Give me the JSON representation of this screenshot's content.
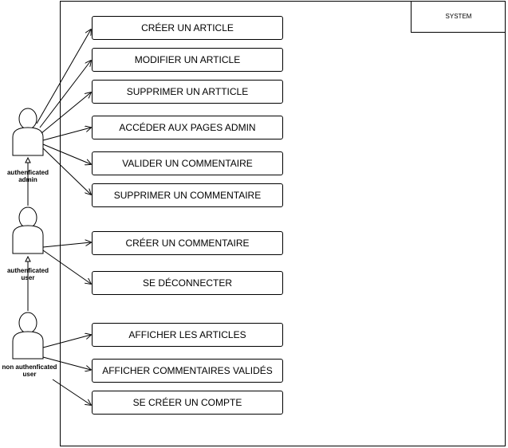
{
  "system": {
    "label": "SYSTEM"
  },
  "actors": [
    {
      "id": "admin",
      "line1": "authenficated",
      "line2": "admin"
    },
    {
      "id": "user",
      "line1": "authenficated",
      "line2": "user"
    },
    {
      "id": "guest",
      "line1": "non authenficated",
      "line2": "user"
    }
  ],
  "use_cases": [
    "CRÉER UN ARTICLE",
    "MODIFIER UN ARTICLE",
    "SUPPRIMER UN ARTTICLE",
    "ACCÉDER AUX PAGES ADMIN",
    "VALIDER UN COMMENTAIRE",
    "SUPPRIMER UN COMMENTAIRE",
    "CRÉER UN COMMENTAIRE",
    "SE DÉCONNECTER",
    "AFFICHER LES ARTICLES",
    "AFFICHER COMMENTAIRES VALIDÉS",
    "SE CRÉER UN COMPTE"
  ]
}
